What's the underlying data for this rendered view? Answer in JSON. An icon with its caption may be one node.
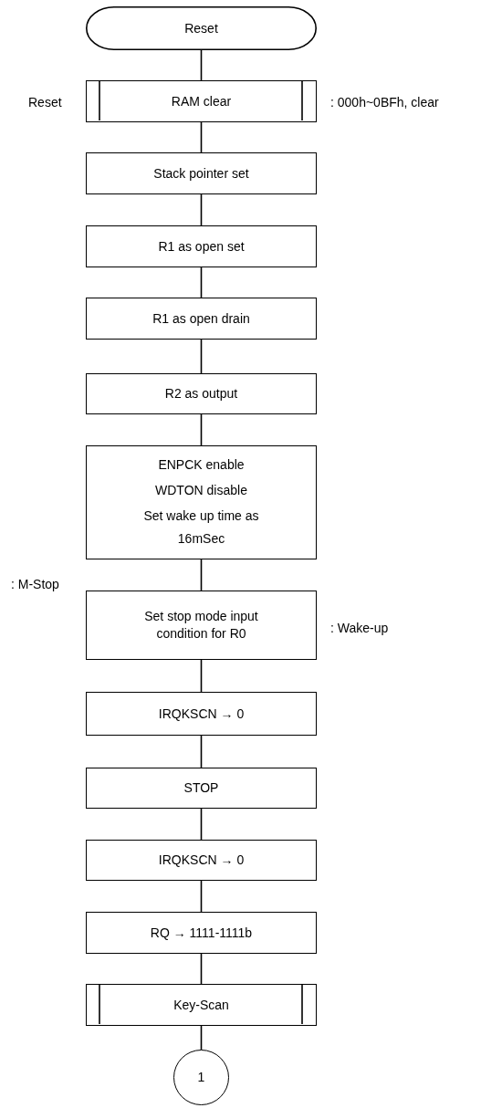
{
  "diagram": {
    "nodes": [
      {
        "text": [
          "Reset"
        ]
      },
      {
        "text": [
          "RAM clear"
        ],
        "beside": [
          "Reset",
          ": 000h~0BFh, clear"
        ]
      },
      {
        "text": [
          "Stack pointer set"
        ]
      },
      {
        "text": [
          "R1 as open set"
        ]
      },
      {
        "text": [
          "R1 as open drain"
        ]
      },
      {
        "text": [
          "R2 as output"
        ]
      },
      {
        "text": [
          "ENPCK enable",
          "WDTON disable",
          "Set wake up time as 16mSec"
        ]
      },
      {
        "text": [
          "Set stop mode input condition for R0"
        ],
        "beside": [
          ": M-Stop",
          ": Wake-up"
        ]
      },
      {
        "text": [
          "IRQKSCN → 0"
        ]
      },
      {
        "text": [
          "STOP"
        ]
      },
      {
        "text": [
          "IRQKSCN → 0"
        ]
      },
      {
        "text": [
          "RQ → 1111-1111b"
        ]
      },
      {
        "text": [
          "Key-Scan"
        ]
      },
      {
        "text": [
          "1"
        ]
      }
    ],
    "edges": [
      {
        "from": 0,
        "to": 1,
        "arrow": "none"
      },
      {
        "from": 1,
        "to": 2,
        "arrow": "none"
      },
      {
        "from": 2,
        "to": 3,
        "arrow": "none"
      },
      {
        "from": 3,
        "to": 4,
        "arrow": "none"
      },
      {
        "from": 4,
        "to": 5,
        "arrow": "none"
      },
      {
        "from": 5,
        "to": 6,
        "arrow": "none"
      },
      {
        "from": 6,
        "to": 7,
        "arrow": "none"
      },
      {
        "from": 7,
        "to": 8,
        "arrow": "none"
      },
      {
        "from": 8,
        "to": 9,
        "arrow": "none"
      },
      {
        "from": 9,
        "to": 10,
        "arrow": "none"
      },
      {
        "from": 10,
        "to": 11,
        "arrow": "none"
      },
      {
        "from": 11,
        "to": 12,
        "arrow": "none"
      },
      {
        "from": 12,
        "to": 13,
        "arrow": "none"
      }
    ]
  }
}
